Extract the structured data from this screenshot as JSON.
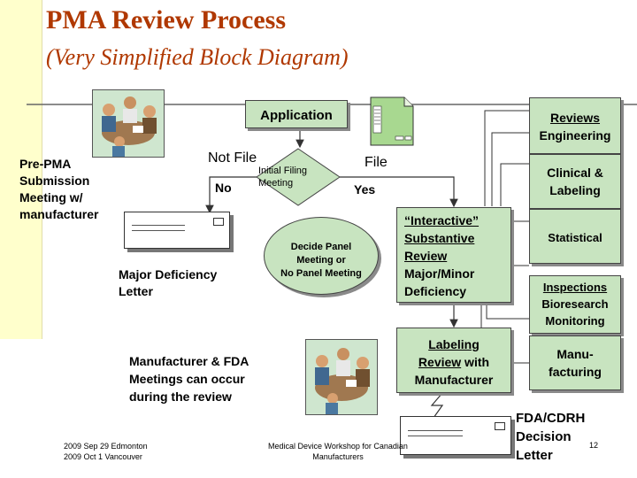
{
  "slide": {
    "title": "PMA Review Process",
    "subtitle": "(Very Simplified Block Diagram)"
  },
  "nodes": {
    "application": "Application",
    "decision_line1": "Initial Filing",
    "decision_line2": "Meeting",
    "not_file": "Not File",
    "file": "File",
    "no": "No",
    "yes": "Yes",
    "pre_pma_line1": "Pre-PMA",
    "pre_pma_line2": "Submission",
    "pre_pma_line3": "Meeting w/",
    "pre_pma_line4": "manufacturer",
    "major_deficiency_line1": "Major Deficiency",
    "major_deficiency_line2": "Letter",
    "decide_panel_line1": "Decide Panel",
    "decide_panel_line2": "Meeting or",
    "decide_panel_line3": "No Panel Meeting",
    "interactive_line1": "“Interactive”",
    "interactive_line2": "Substantive",
    "interactive_line3": "Review",
    "interactive_line4": "Major/Minor",
    "interactive_line5": "Deficiency",
    "labeling_line1": "Labeling",
    "labeling_line2a": "Review",
    "labeling_line2b": " with",
    "labeling_line3": "Manufacturer",
    "manufacturer_meetings_line1": "Manufacturer & FDA",
    "manufacturer_meetings_line2": "Meetings can occur",
    "manufacturer_meetings_line3": "during the review",
    "fda_line1": "FDA/CDRH",
    "fda_line2": "Decision",
    "fda_line3": "Letter"
  },
  "reviews": {
    "reviews_line1": "Reviews",
    "reviews_line2": "Engineering",
    "clinical_line1": "Clinical &",
    "clinical_line2": "Labeling",
    "statistical": "Statistical",
    "inspections_line1": "Inspections",
    "inspections_line2": "Bioresearch",
    "inspections_line3": "Monitoring",
    "manu_line1": "Manu-",
    "manu_line2": "facturing"
  },
  "footer": {
    "date_line1": "2009 Sep 29 Edmonton",
    "date_line2": "2009 Oct 1 Vancouver",
    "event_line1": "Medical Device Workshop for Canadian",
    "event_line2": "Manufacturers",
    "page_number": "12"
  },
  "colors": {
    "title": "#b03800",
    "box_fill": "#c8e4c0",
    "sidebar": "#ffffcc"
  },
  "icons": [
    "meeting-photo-icon",
    "document-icon",
    "letter-icon"
  ]
}
